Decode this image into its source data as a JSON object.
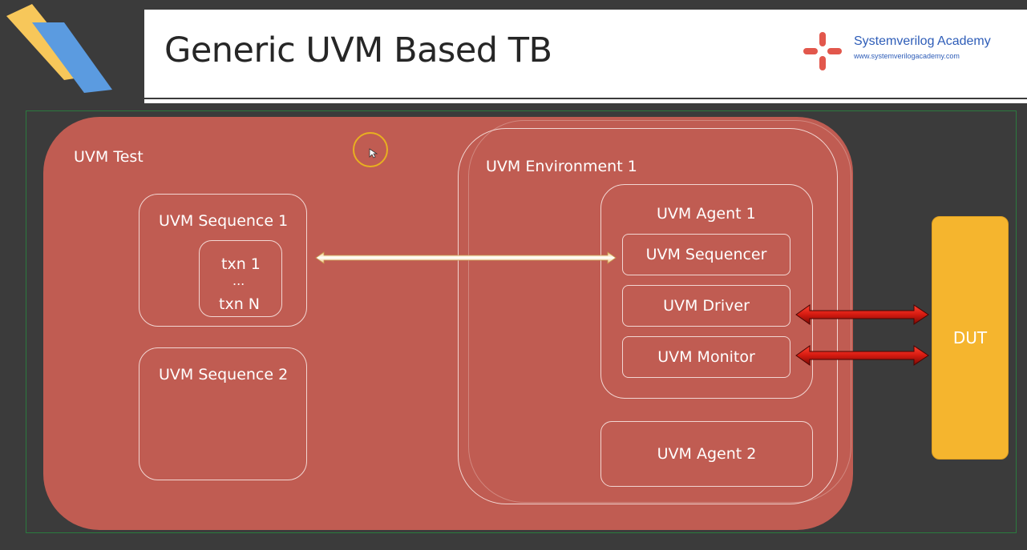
{
  "header": {
    "title": "Generic UVM Based TB",
    "brand_name": "Systemverilog Academy",
    "brand_url": "www.systemverilogacademy.com"
  },
  "diagram": {
    "test_label": "UVM Test",
    "sequence1_label": "UVM Sequence 1",
    "txn_first": "txn 1",
    "txn_ellipsis": "...",
    "txn_last": "txn N",
    "sequence2_label": "UVM Sequence 2",
    "env_label": "UVM Environment 1",
    "agent1_label": "UVM Agent 1",
    "sequencer_label": "UVM Sequencer",
    "driver_label": "UVM Driver",
    "monitor_label": "UVM Monitor",
    "agent2_label": "UVM Agent 2",
    "dut_label": "DUT"
  },
  "colors": {
    "test_fill": "#c05c52",
    "dut_fill": "#f5b52e",
    "logo_yellow": "#f7c75a",
    "logo_blue": "#5b9be0",
    "brand_red": "#e2574c",
    "brand_blue": "#2e5db8"
  }
}
